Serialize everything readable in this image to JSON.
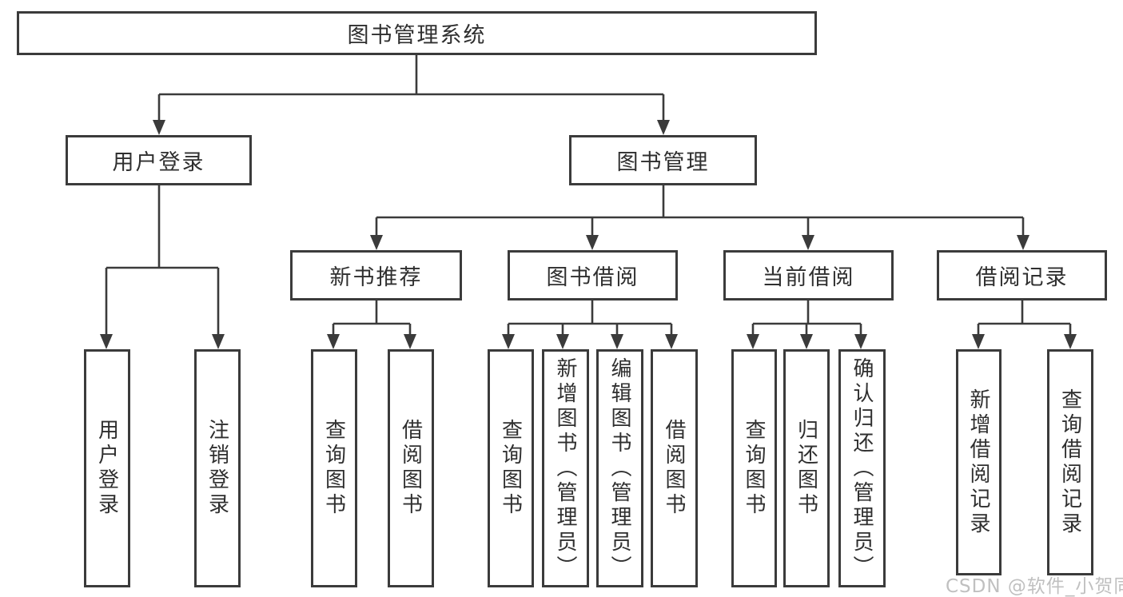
{
  "tree": {
    "label": "图书管理系统",
    "children": [
      {
        "label": "用户登录",
        "children": [
          {
            "label": "用户登录"
          },
          {
            "label": "注销登录"
          }
        ]
      },
      {
        "label": "图书管理",
        "children": [
          {
            "label": "新书推荐",
            "children": [
              {
                "label": "查询图书"
              },
              {
                "label": "借阅图书"
              }
            ]
          },
          {
            "label": "图书借阅",
            "children": [
              {
                "label": "查询图书"
              },
              {
                "label": "新增图书（管理员）"
              },
              {
                "label": "编辑图书（管理员）"
              },
              {
                "label": "借阅图书"
              }
            ]
          },
          {
            "label": "当前借阅",
            "children": [
              {
                "label": "查询图书"
              },
              {
                "label": "归还图书"
              },
              {
                "label": "确认归还（管理员）"
              }
            ]
          },
          {
            "label": "借阅记录",
            "children": [
              {
                "label": "新增借阅记录"
              },
              {
                "label": "查询借阅记录"
              }
            ]
          }
        ]
      }
    ]
  },
  "watermark": {
    "text": "CSDN @软件_小贺同学"
  },
  "colors": {
    "line": "#3b3b3b",
    "box_border": "#3b3b3b",
    "text": "#2f2f2f",
    "watermark": "#c0c0c0",
    "background": "#ffffff"
  }
}
